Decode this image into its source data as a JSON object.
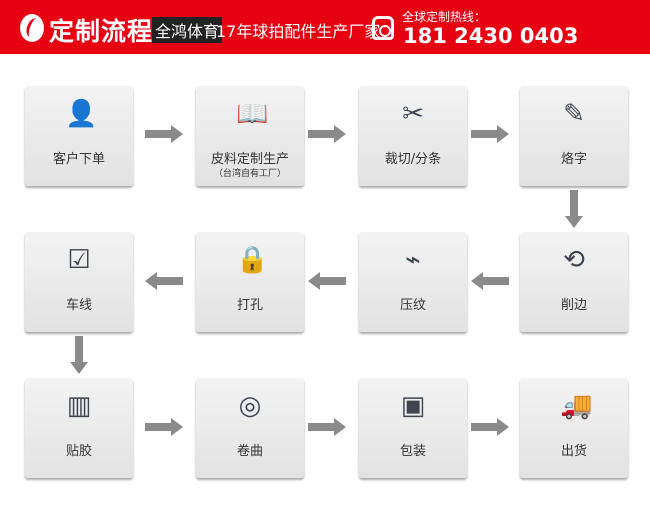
{
  "header": {
    "title": "定制流程",
    "brand": "全鸿体育",
    "slogan": "17年球拍配件生产厂家",
    "hotline_label": "全球定制热线：",
    "phone": "181 2430 0403"
  },
  "steps": [
    {
      "label": "客户下单",
      "icon": "person-icon"
    },
    {
      "label": "皮料定制生产",
      "sub": "（台湾自有工厂）",
      "icon": "book-icon"
    },
    {
      "label": "裁切/分条",
      "icon": "card-cut-icon"
    },
    {
      "label": "烙字",
      "icon": "edit-icon"
    },
    {
      "label": "削边",
      "icon": "repeat-icon"
    },
    {
      "label": "压纹",
      "icon": "route-icon"
    },
    {
      "label": "打孔",
      "icon": "keyhole-icon"
    },
    {
      "label": "车线",
      "icon": "checkbox-icon"
    },
    {
      "label": "贴胶",
      "icon": "container-icon"
    },
    {
      "label": "卷曲",
      "icon": "roll-icon"
    },
    {
      "label": "包装",
      "icon": "box-icon"
    },
    {
      "label": "出货",
      "icon": "truck-icon"
    }
  ],
  "colors": {
    "header": "#e60012",
    "icon": "#3e4450",
    "arrow": "#8a8a8a"
  }
}
